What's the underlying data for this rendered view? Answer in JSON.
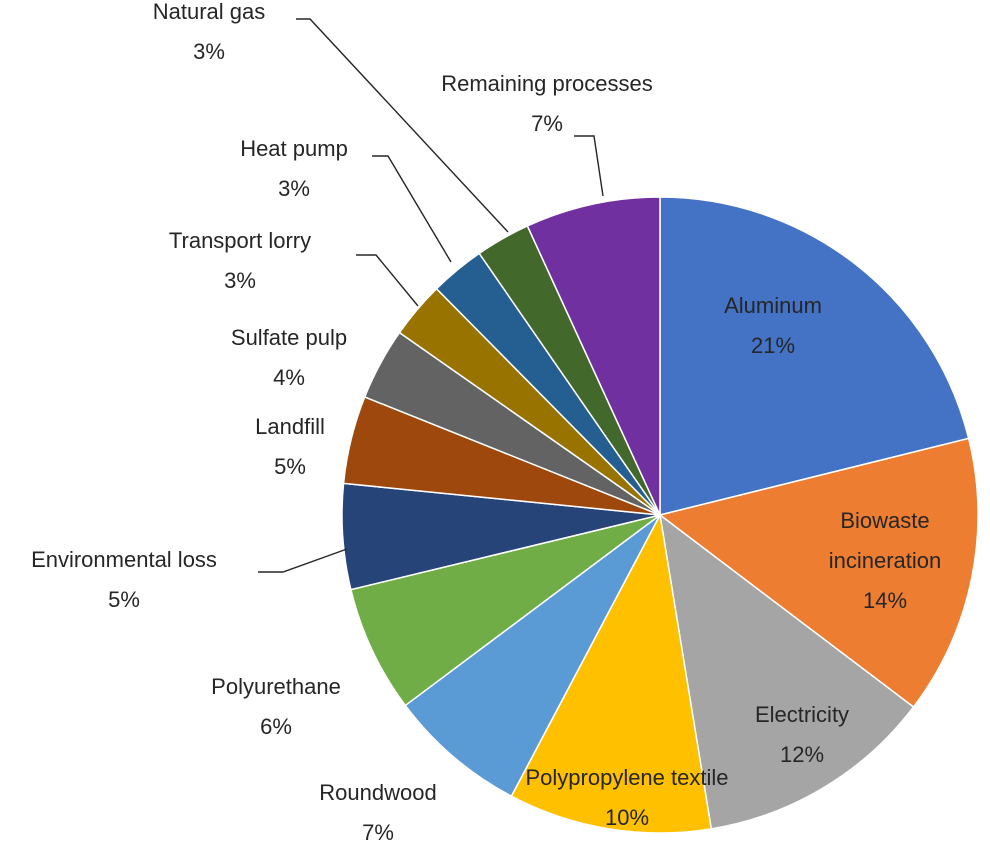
{
  "chart_data": {
    "type": "pie",
    "start_angle_deg": 0,
    "direction": "clockwise",
    "slices": [
      {
        "label": "Aluminum",
        "value_label": "21%",
        "value": 21.3,
        "color": "#4472C4"
      },
      {
        "label": "Biowaste incineration",
        "value_label": "14%",
        "value": 14.3,
        "color": "#ED7D31"
      },
      {
        "label": "Electricity",
        "value_label": "12%",
        "value": 12.2,
        "color": "#A5A5A5"
      },
      {
        "label": "Polypropylene textile",
        "value_label": "10%",
        "value": 10.4,
        "color": "#FFC000"
      },
      {
        "label": "Roundwood",
        "value_label": "7%",
        "value": 7.1,
        "color": "#5B9BD5"
      },
      {
        "label": "Polyurethane",
        "value_label": "6%",
        "value": 6.5,
        "color": "#70AD47"
      },
      {
        "label": "Environmental loss",
        "value_label": "5%",
        "value": 5.4,
        "color": "#264478"
      },
      {
        "label": "Landfill",
        "value_label": "5%",
        "value": 4.5,
        "color": "#9E480E"
      },
      {
        "label": "Sulfate pulp",
        "value_label": "4%",
        "value": 3.7,
        "color": "#636363"
      },
      {
        "label": "Transport lorry",
        "value_label": "3%",
        "value": 2.9,
        "color": "#997300"
      },
      {
        "label": "Heat pump",
        "value_label": "3%",
        "value": 2.8,
        "color": "#255E91"
      },
      {
        "label": "Natural gas",
        "value_label": "3%",
        "value": 2.8,
        "color": "#43682B"
      },
      {
        "label": "Remaining processes",
        "value_label": "7%",
        "value": 6.9,
        "color": "#7030A0"
      }
    ]
  }
}
